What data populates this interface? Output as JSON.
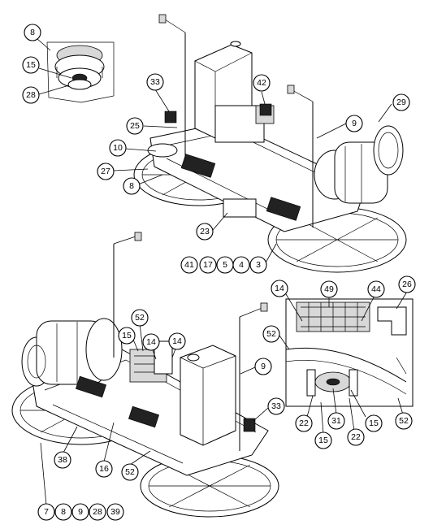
{
  "callouts": [
    {
      "id": "c8a",
      "label": "8"
    },
    {
      "id": "c15a",
      "label": "15"
    },
    {
      "id": "c28a",
      "label": "28"
    },
    {
      "id": "c33a",
      "label": "33"
    },
    {
      "id": "c42",
      "label": "42"
    },
    {
      "id": "c29",
      "label": "29"
    },
    {
      "id": "c25",
      "label": "25"
    },
    {
      "id": "c9a",
      "label": "9"
    },
    {
      "id": "c10",
      "label": "10"
    },
    {
      "id": "c27",
      "label": "27"
    },
    {
      "id": "c8b",
      "label": "8"
    },
    {
      "id": "c23",
      "label": "23"
    },
    {
      "id": "c41",
      "label": "41"
    },
    {
      "id": "c17",
      "label": "17"
    },
    {
      "id": "c5",
      "label": "5"
    },
    {
      "id": "c4",
      "label": "4"
    },
    {
      "id": "c3",
      "label": "3"
    },
    {
      "id": "c14a",
      "label": "14"
    },
    {
      "id": "c49",
      "label": "49"
    },
    {
      "id": "c44",
      "label": "44"
    },
    {
      "id": "c26",
      "label": "26"
    },
    {
      "id": "c52a",
      "label": "52"
    },
    {
      "id": "c52b",
      "label": "52"
    },
    {
      "id": "c15b",
      "label": "15"
    },
    {
      "id": "c14b",
      "label": "14"
    },
    {
      "id": "c14c",
      "label": "14"
    },
    {
      "id": "c9b",
      "label": "9"
    },
    {
      "id": "c33b",
      "label": "33"
    },
    {
      "id": "c22a",
      "label": "22"
    },
    {
      "id": "c31",
      "label": "31"
    },
    {
      "id": "c15c",
      "label": "15"
    },
    {
      "id": "c52c",
      "label": "52"
    },
    {
      "id": "c15d",
      "label": "15"
    },
    {
      "id": "c22b",
      "label": "22"
    },
    {
      "id": "c38",
      "label": "38"
    },
    {
      "id": "c16",
      "label": "16"
    },
    {
      "id": "c52d",
      "label": "52"
    },
    {
      "id": "c7",
      "label": "7"
    },
    {
      "id": "c8c",
      "label": "8"
    },
    {
      "id": "c9c",
      "label": "9"
    },
    {
      "id": "c28b",
      "label": "28"
    },
    {
      "id": "c39",
      "label": "39"
    }
  ]
}
